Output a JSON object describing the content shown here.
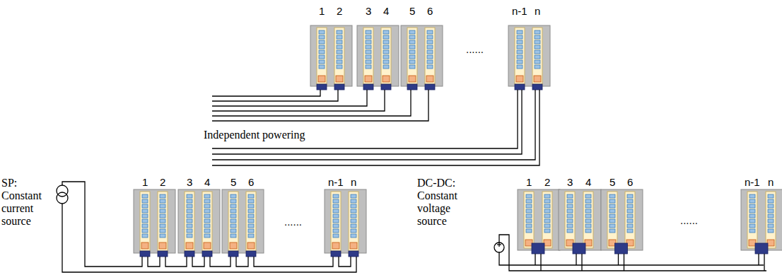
{
  "diagram": {
    "labels": [
      "1",
      "2",
      "3",
      "4",
      "5",
      "6",
      "......",
      "n-1",
      "n",
      "Independent powering",
      "SP: Constant current source",
      "1",
      "2",
      "3",
      "4",
      "5",
      "6",
      "......",
      "n-1",
      "n",
      "DC-DC: Constant voltage source",
      "1",
      "2",
      "3",
      "4",
      "5",
      "6",
      "......",
      "n-1",
      "n"
    ]
  }
}
